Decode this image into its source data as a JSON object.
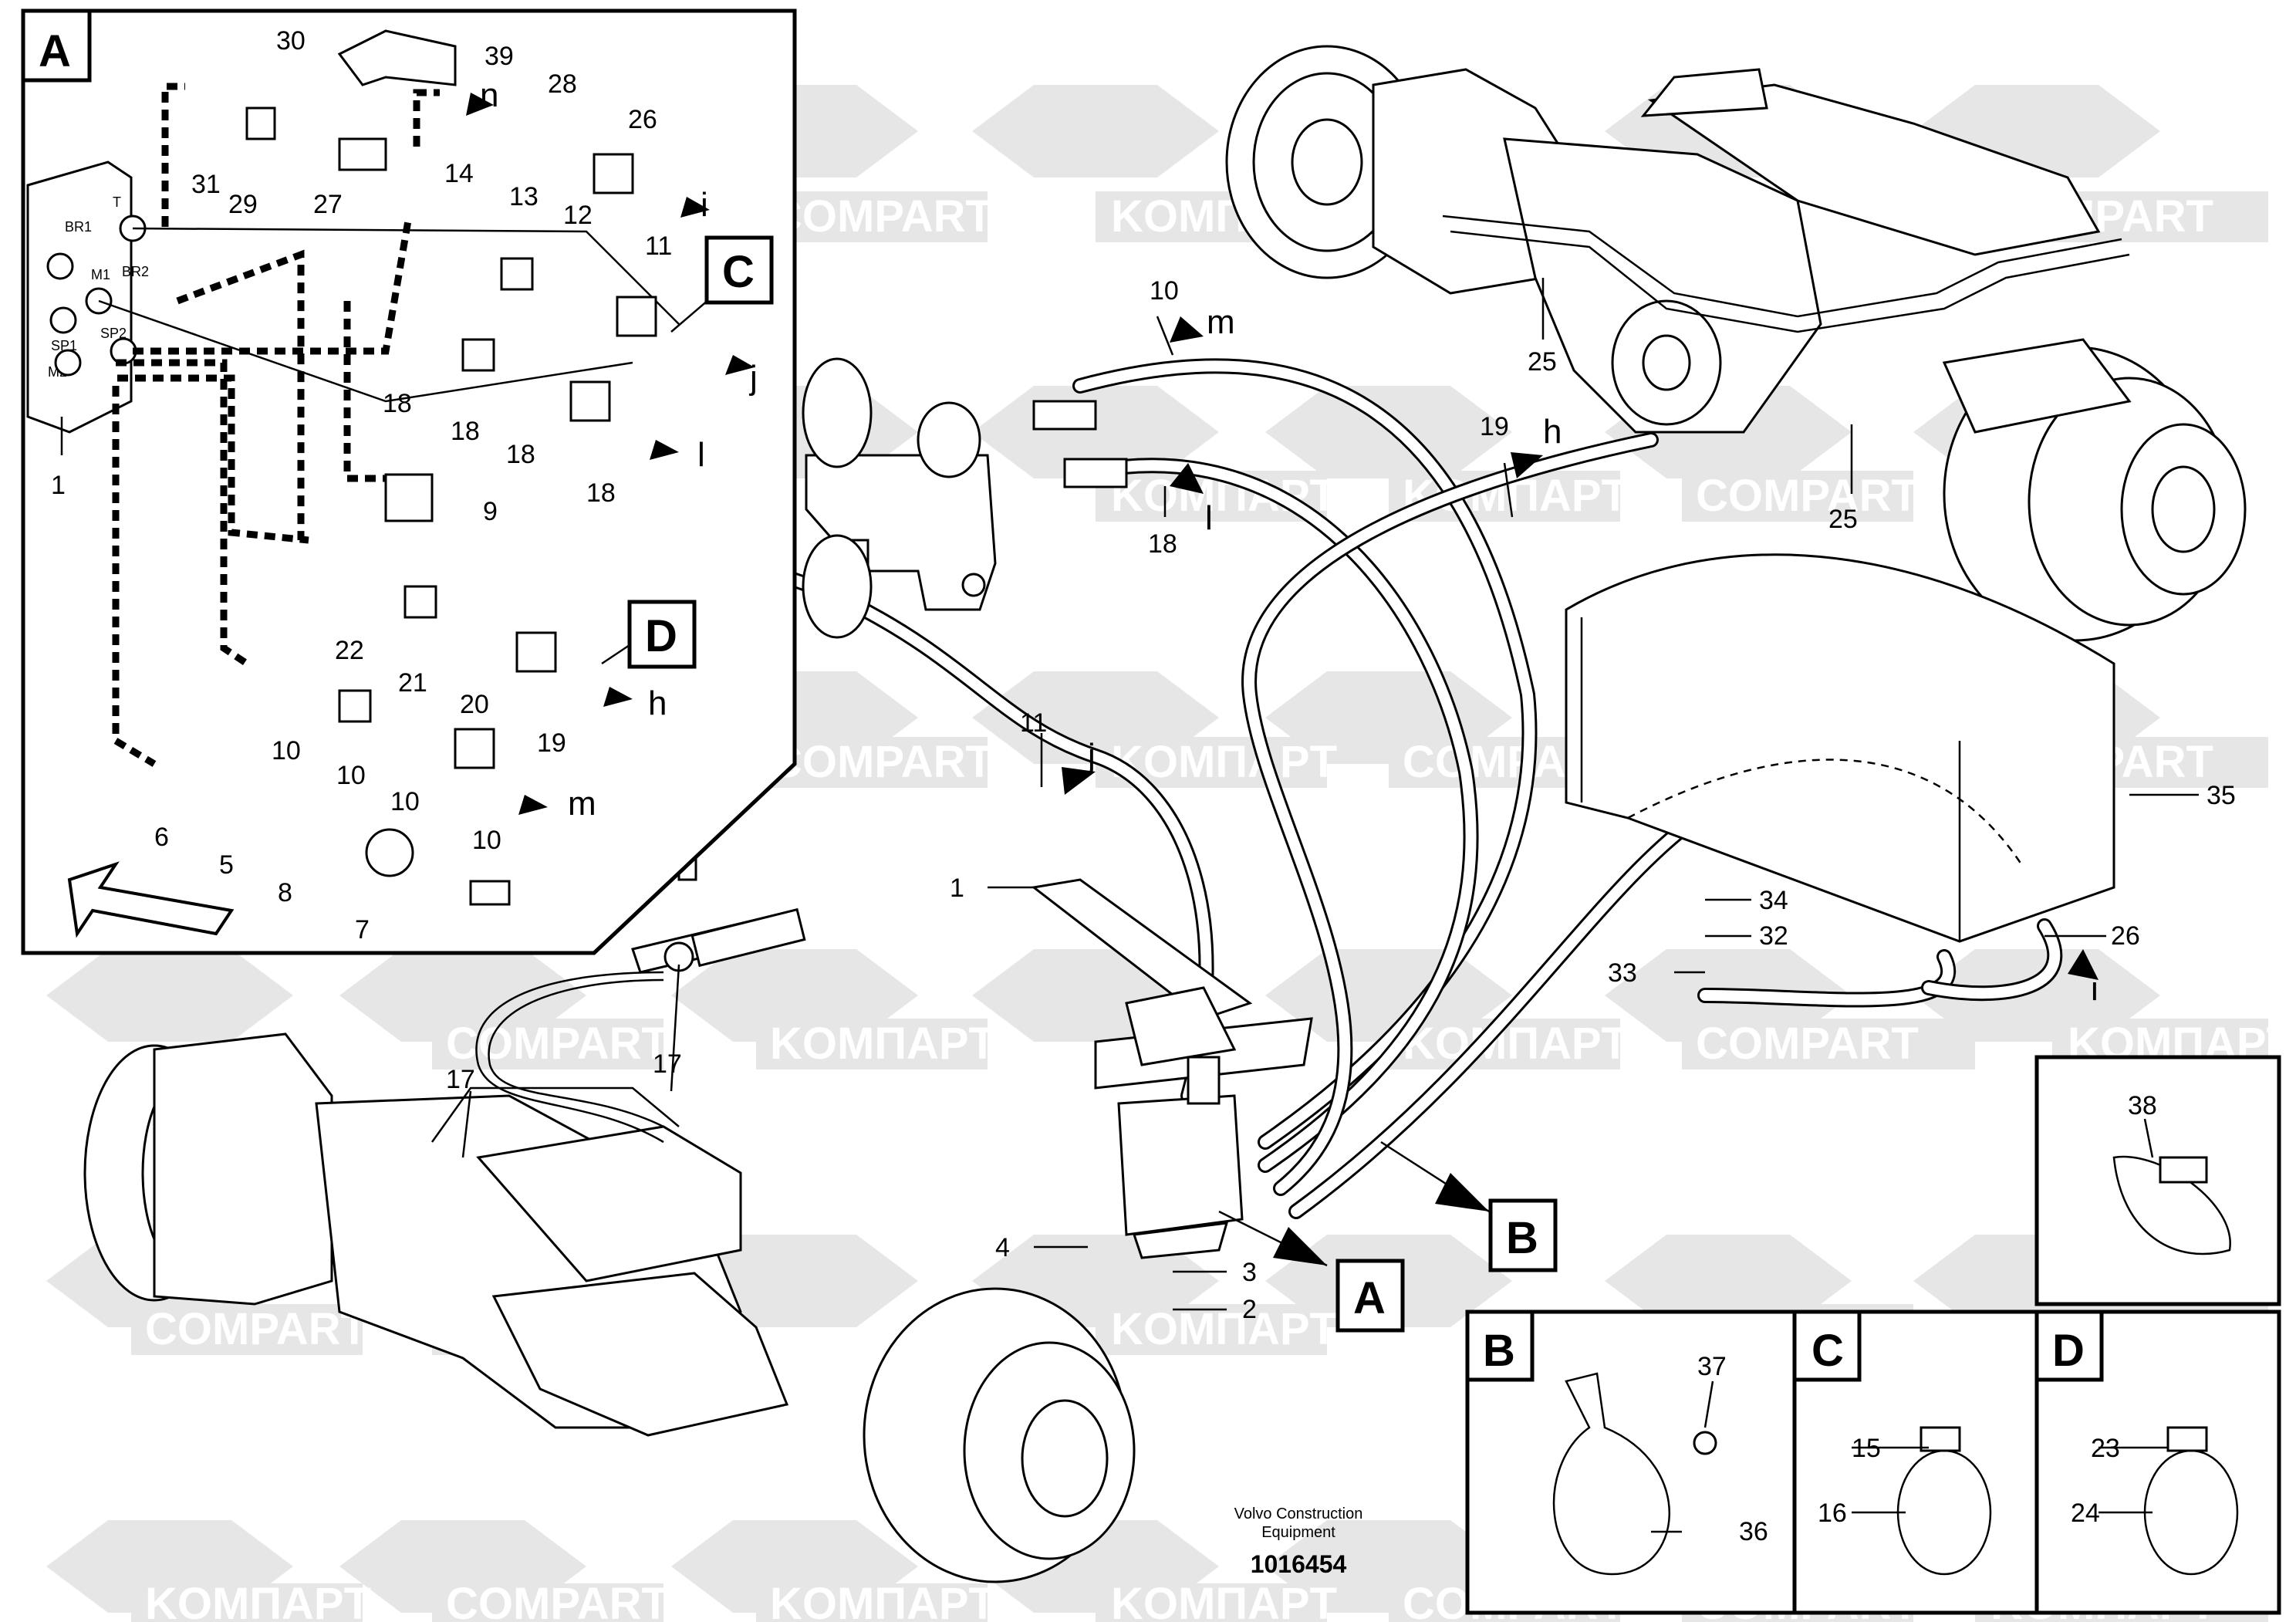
{
  "watermark": {
    "a": "KOMПAPT",
    "b": "COMPART"
  },
  "credit": {
    "line1": "Volvo Construction",
    "line2": "Equipment"
  },
  "doc_number": "1016454",
  "detail_views": {
    "a": "A",
    "b": "B",
    "c": "C",
    "d": "D"
  },
  "port_labels": {
    "br1": "BR1",
    "t": "T",
    "m1": "M1",
    "br2": "BR2",
    "sp1": "SP1",
    "sp2": "SP2",
    "m2": "M2"
  },
  "callouts": {
    "n1": "1",
    "n2": "2",
    "n3": "3",
    "n4": "4",
    "n5": "5",
    "n6": "6",
    "n7": "7",
    "n8": "8",
    "n9": "9",
    "n10": "10",
    "n11": "11",
    "n12": "12",
    "n13": "13",
    "n14": "14",
    "n15": "15",
    "n16": "16",
    "n17": "17",
    "n18": "18",
    "n19": "19",
    "n20": "20",
    "n21": "21",
    "n22": "22",
    "n23": "23",
    "n24": "24",
    "n25": "25",
    "n26": "26",
    "n27": "27",
    "n28": "28",
    "n29": "29",
    "n30": "30",
    "n31": "31",
    "n32": "32",
    "n33": "33",
    "n34": "34",
    "n35": "35",
    "n36": "36",
    "n37": "37",
    "n38": "38",
    "n39": "39"
  },
  "hose_letters": {
    "h": "h",
    "i": "i",
    "j": "j",
    "l": "l",
    "m": "m",
    "n": "n"
  }
}
